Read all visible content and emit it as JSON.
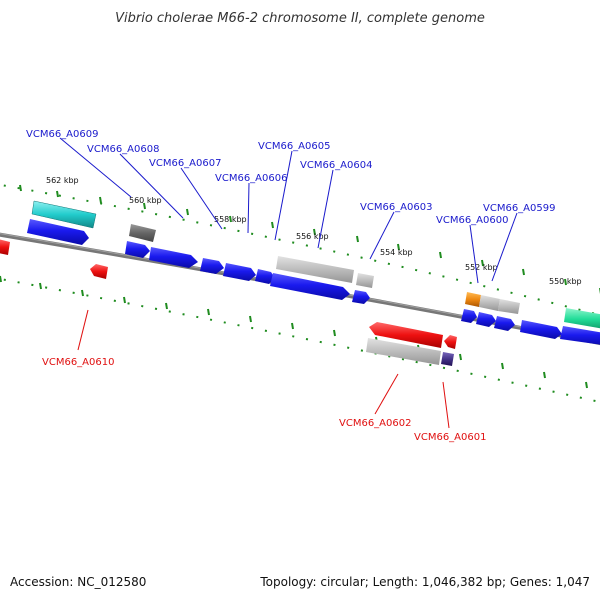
{
  "title": "Vibrio cholerae M66-2 chromosome II, complete genome",
  "footer": {
    "accession": "Accession: NC_012580",
    "summary": "Topology: circular; Length: 1,046,382 bp; Genes: 1,047"
  },
  "colors": {
    "backbone": "#777777",
    "tick": "#1f8c1f",
    "forward_label": "#1a1acc",
    "reverse_label": "#e01010",
    "cds_blue": "#1a1aee",
    "cds_grey": "#bcbcbc",
    "cds_dark_grey": "#666666",
    "cds_red": "#ee1111",
    "cds_cyan": "#22cccc",
    "cds_teal": "#22dd99",
    "cds_orange": "#ee8811",
    "cds_purple": "#443388"
  },
  "scale_labels": [
    "562 kbp",
    "560 kbp",
    "558 kbp",
    "556 kbp",
    "554 kbp",
    "552 kbp",
    "550 kbp"
  ],
  "gene_labels": {
    "forward": [
      "VCM66_A0609",
      "VCM66_A0608",
      "VCM66_A0607",
      "VCM66_A0606",
      "VCM66_A0605",
      "VCM66_A0604",
      "VCM66_A0603",
      "VCM66_A0600",
      "VCM66_A0599"
    ],
    "reverse": [
      "VCM66_A0610",
      "VCM66_A0602",
      "VCM66_A0601"
    ]
  }
}
